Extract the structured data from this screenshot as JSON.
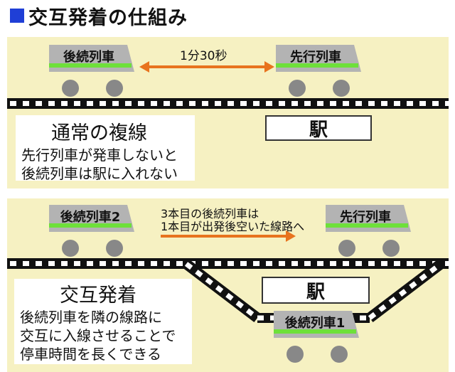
{
  "title": "交互発着の仕組み",
  "colors": {
    "accent_square": "#1f3fd6",
    "panel_bg": "#f6f1c2",
    "train_body": "#b3b3b3",
    "train_stripe": "#6ee03a",
    "arrow": "#e8731e",
    "track": "#111111"
  },
  "panel1": {
    "rear_train_label": "後続列車",
    "lead_train_label": "先行列車",
    "gap_label": "1分30秒",
    "station_label": "駅",
    "heading": "通常の複線",
    "desc_lines": [
      "先行列車が発車しないと",
      "後続列車は駅に入れない"
    ]
  },
  "panel2": {
    "rear_train_label": "後続列車2",
    "lead_train_label": "先行列車",
    "siding_train_label": "後続列車1",
    "note_lines": [
      "3本目の後続列車は",
      "1本目が出発後空いた線路へ"
    ],
    "station_label": "駅",
    "heading": "交互発着",
    "desc_lines": [
      "後続列車を隣の線路に",
      "交互に入線させることで",
      "停車時間を長くできる"
    ]
  }
}
